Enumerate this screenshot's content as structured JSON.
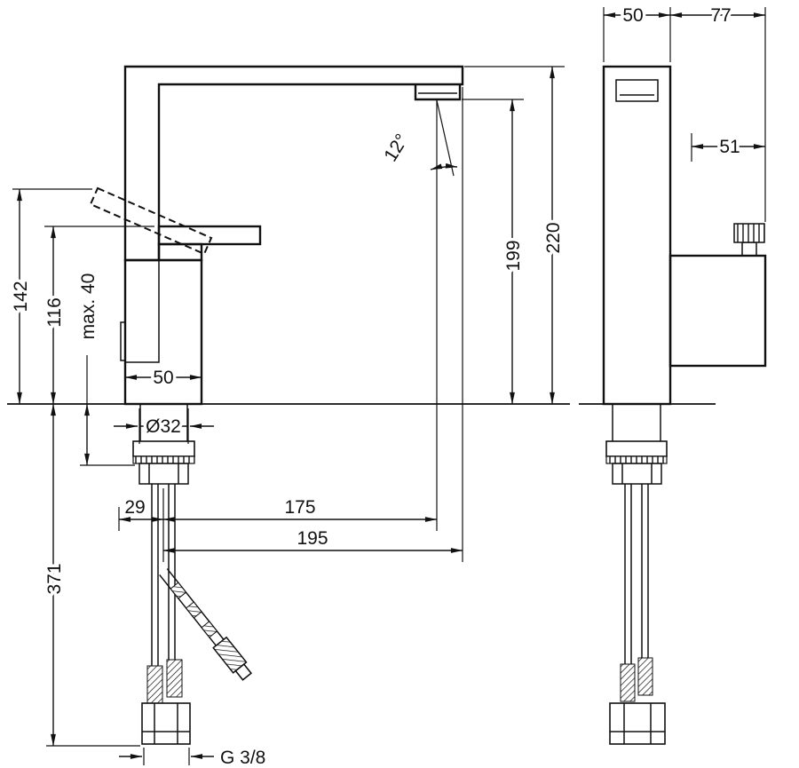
{
  "colors": {
    "line": "#111111",
    "background": "#ffffff"
  },
  "front_view": {
    "dims": {
      "height_142": "142",
      "height_116": "116",
      "max_40": "max. 40",
      "body_width_50": "50",
      "hole_dia_32": "Ø32",
      "offset_29": "29",
      "reach_175": "175",
      "reach_195": "195",
      "below_371": "371",
      "spout_height_199": "199",
      "total_height_220": "220",
      "angle_12": "12°",
      "thread": "G 3/8"
    }
  },
  "side_view": {
    "dims": {
      "depth_50": "50",
      "depth_77": "77",
      "depth_51": "51"
    }
  }
}
